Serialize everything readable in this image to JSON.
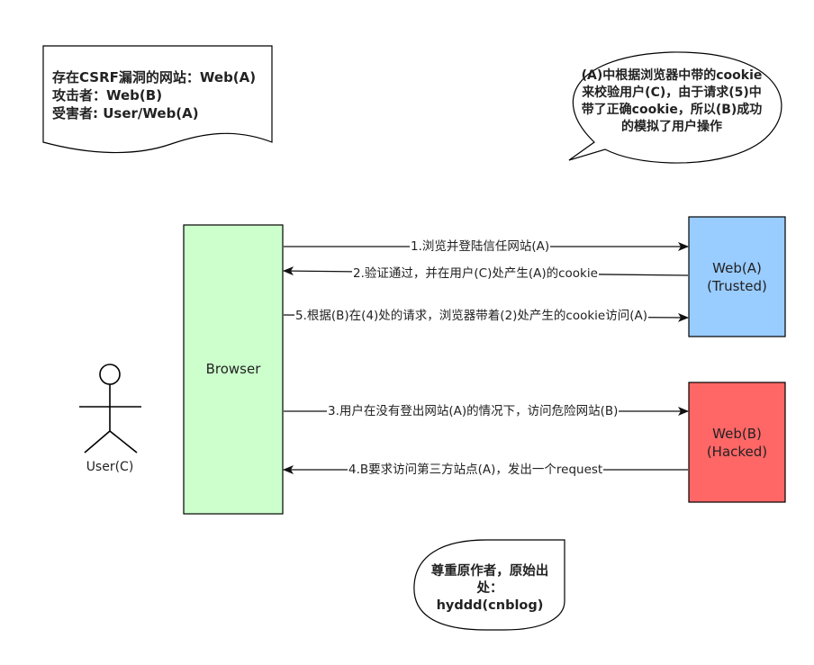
{
  "notes": {
    "site_info": [
      "存在CSRF漏洞的网站：Web(A)",
      "攻击者：Web(B)",
      "受害者:  User/Web(A)"
    ],
    "explanation": [
      "(A)中根据浏览器中带的cookie",
      "来校验用户(C)，由于请求(5)中",
      "带了正确cookie，所以(B)成功",
      "的模拟了用户操作"
    ],
    "credit": [
      "尊重原作者，原始出",
      "处：",
      "hyddd(cnblog)"
    ]
  },
  "nodes": {
    "browser": "Browser",
    "web_a": [
      "Web(A)",
      "(Trusted)"
    ],
    "web_b": [
      "Web(B)",
      "(Hacked)"
    ],
    "user": "User(C)"
  },
  "arrows": {
    "a1": "1.浏览并登陆信任网站(A)",
    "a2": "2.验证通过，并在用户(C)处产生(A)的cookie",
    "a5": "5.根据(B)在(4)处的请求，浏览器带着(2)处产生的cookie访问(A)",
    "a3": "3.用户在没有登出网站(A)的情况下，访问危险网站(B)",
    "a4": "4.B要求访问第三方站点(A)，发出一个request"
  },
  "colors": {
    "browser_fill": "#ccffcc",
    "web_a_fill": "#99ccff",
    "web_b_fill": "#ff6666",
    "stroke": "#000000"
  }
}
